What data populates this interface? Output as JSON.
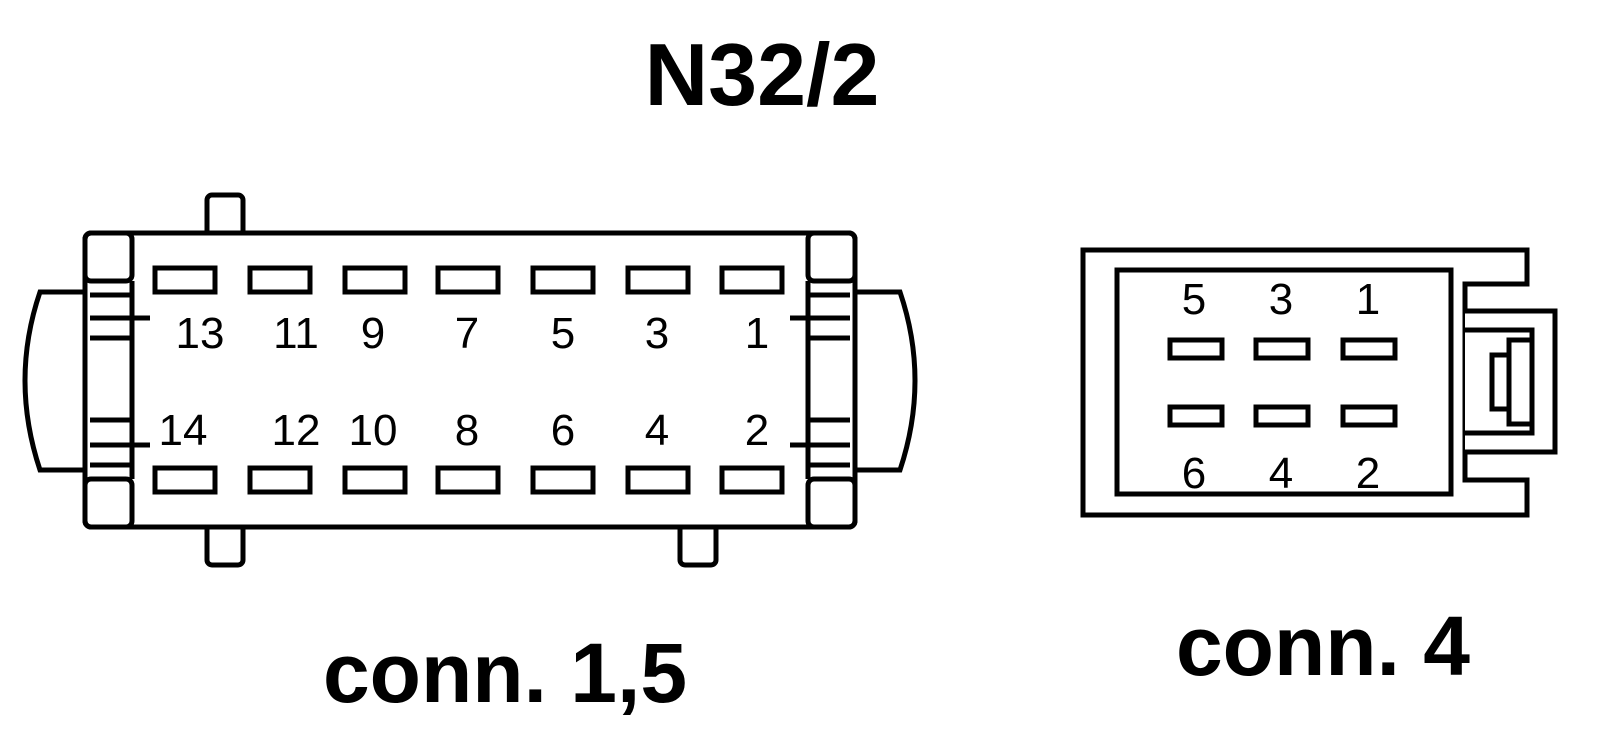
{
  "diagram": {
    "title": "N32/2",
    "connector_a": {
      "label": "conn. 1,5",
      "top_row_pins": [
        "13",
        "11",
        "9",
        "7",
        "5",
        "3",
        "1"
      ],
      "bottom_row_pins": [
        "14",
        "12",
        "10",
        "8",
        "6",
        "4",
        "2"
      ]
    },
    "connector_b": {
      "label": "conn. 4",
      "top_row_pins": [
        "5",
        "3",
        "1"
      ],
      "bottom_row_pins": [
        "6",
        "4",
        "2"
      ]
    }
  },
  "colors": {
    "line": "#000000",
    "background": "#ffffff"
  }
}
